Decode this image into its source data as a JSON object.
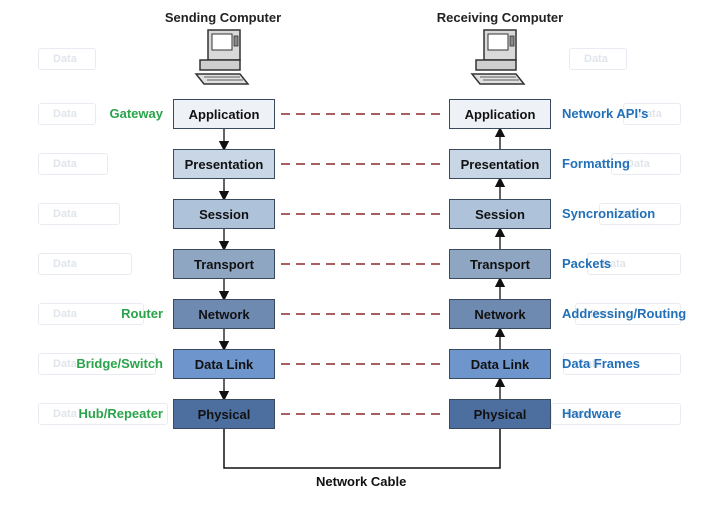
{
  "titles": {
    "left": "Sending Computer",
    "right": "Receiving Computer"
  },
  "layers": [
    "Application",
    "Presentation",
    "Session",
    "Transport",
    "Network",
    "Data Link",
    "Physical"
  ],
  "layer_colors": [
    "#eef1f5",
    "#c9d6e6",
    "#aec3da",
    "#8fa6c3",
    "#6f8ab0",
    "#6e95cc",
    "#4d6f9f"
  ],
  "left_labels": [
    "Gateway",
    "",
    "",
    "",
    "Router",
    "Bridge/Switch",
    "Hub/Repeater"
  ],
  "right_labels": [
    "Network API's",
    "Formatting",
    "Syncronization",
    "Packets",
    "Addressing/Routing",
    "Data Frames",
    "Hardware"
  ],
  "cable_label": "Network Cable",
  "ghost_label": "Data",
  "colors": {
    "left_label": "#2aa34a",
    "right_label": "#2270b8",
    "dash": "#8b2a2a"
  }
}
